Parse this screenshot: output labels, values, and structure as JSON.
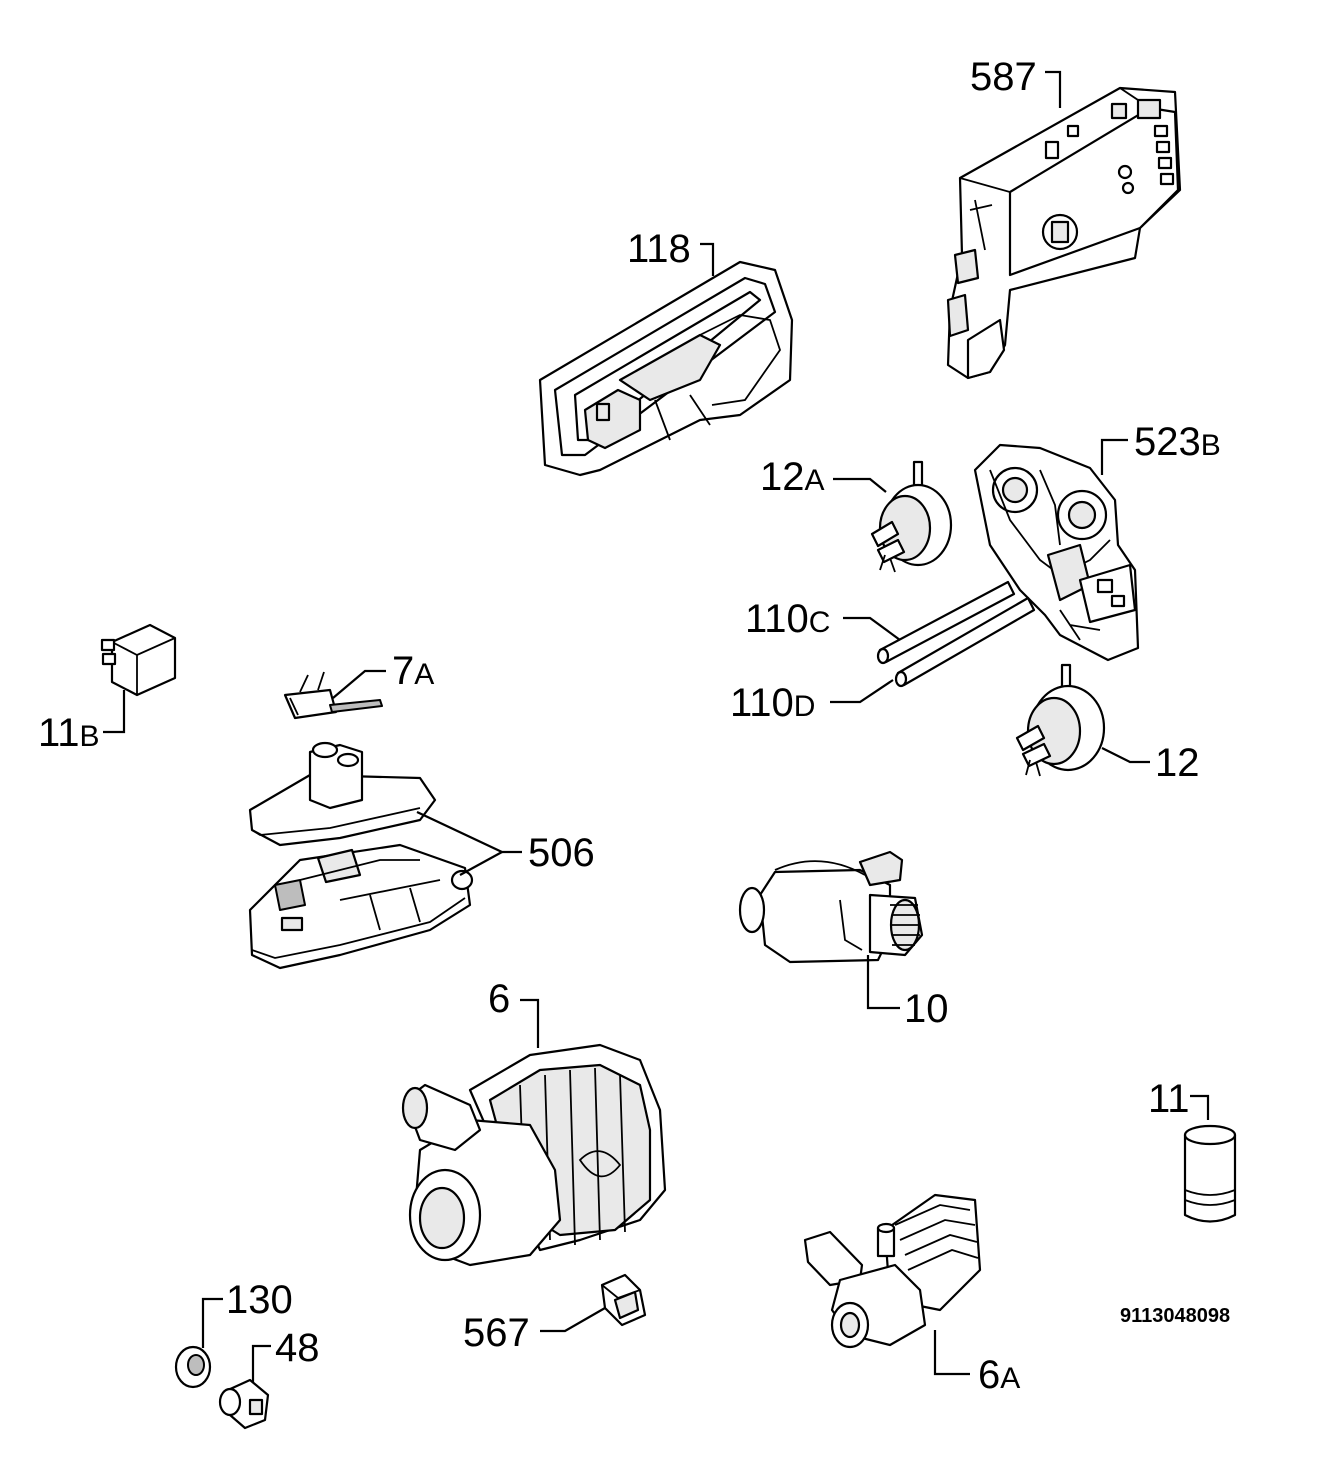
{
  "diagram_code": "9113048098",
  "labels": {
    "l587": {
      "num": "587",
      "suffix": ""
    },
    "l118": {
      "num": "118",
      "suffix": ""
    },
    "l523b": {
      "num": "523",
      "suffix": "B"
    },
    "l12a": {
      "num": "12",
      "suffix": "A"
    },
    "l110c": {
      "num": "110",
      "suffix": "C"
    },
    "l110d": {
      "num": "110",
      "suffix": "D"
    },
    "l12": {
      "num": "12",
      "suffix": ""
    },
    "l11b": {
      "num": "11",
      "suffix": "B"
    },
    "l7a": {
      "num": "7",
      "suffix": "A"
    },
    "l506": {
      "num": "506",
      "suffix": ""
    },
    "l10": {
      "num": "10",
      "suffix": ""
    },
    "l6": {
      "num": "6",
      "suffix": ""
    },
    "l11": {
      "num": "11",
      "suffix": ""
    },
    "l130": {
      "num": "130",
      "suffix": ""
    },
    "l48": {
      "num": "48",
      "suffix": ""
    },
    "l567": {
      "num": "567",
      "suffix": ""
    },
    "l6a": {
      "num": "6",
      "suffix": "A"
    }
  }
}
